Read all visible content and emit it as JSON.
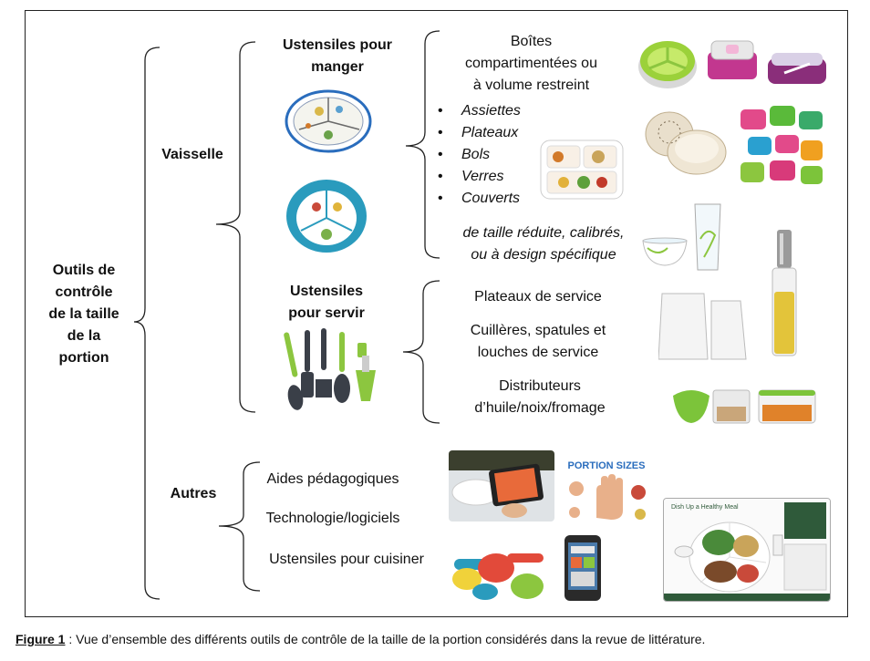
{
  "root": {
    "label": "Outils de contrôle de la taille de la portion",
    "lines": [
      "Outils de",
      "contrôle",
      "de la taille",
      "de la",
      "portion"
    ]
  },
  "branches": {
    "vaisselle": "Vaisselle",
    "autres": "Autres"
  },
  "eating": {
    "title_lines": [
      "Ustensiles pour",
      "manger"
    ],
    "boites_lines": [
      "Boîtes",
      "compartimentées ou",
      "à volume restreint"
    ],
    "bullets": [
      "Assiettes",
      "Plateaux",
      "Bols",
      "Verres",
      "Couverts"
    ],
    "note_lines": [
      "de taille réduite, calibrés,",
      "ou à design spécifique"
    ]
  },
  "serving": {
    "title_lines": [
      "Ustensiles",
      "pour servir"
    ],
    "items": [
      {
        "lines": [
          "Plateaux de service"
        ]
      },
      {
        "lines": [
          "Cuillères, spatules et",
          "louches de service"
        ]
      },
      {
        "lines": [
          "Distributeurs",
          "d’huile/noix/fromage"
        ]
      }
    ]
  },
  "autres_items": [
    "Aides pédagogiques",
    "Technologie/logiciels",
    "Ustensiles pour cuisiner"
  ],
  "caption": {
    "figure_label": "Figure 1",
    "text": " : Vue d’ensemble des différents outils de contrôle de la taille de la portion considérés dans la revue de littérature."
  },
  "image_text": {
    "portion_poster": "PORTION SIZES",
    "healthy_meal": "Dish Up a Healthy Meal"
  },
  "colors": {
    "green": "#8cc63f",
    "magenta": "#c2378f",
    "teal": "#2a9bbd"
  }
}
